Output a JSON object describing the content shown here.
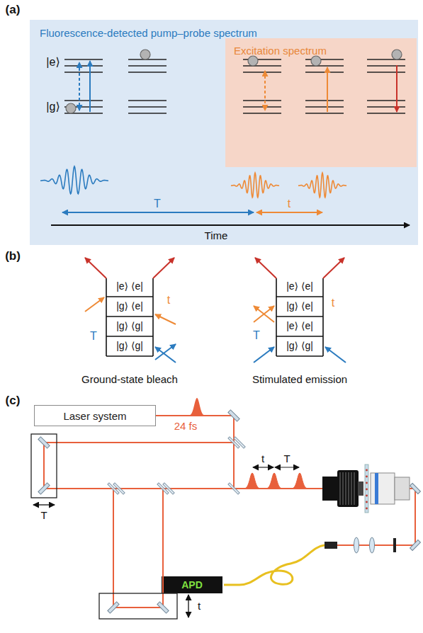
{
  "diagram": {
    "nodes": [
      {
        "text": [
          "Fluorescence-detected pump–probe spectrum"
        ]
      },
      {
        "text": [
          "Excitation spectrum"
        ],
        "in": 0
      },
      {
        "text": [
          "Laser system"
        ]
      },
      {
        "text": [
          "APD"
        ]
      }
    ],
    "labels": [
      "(a)",
      "|e⟩",
      "|g⟩",
      "T",
      "t",
      "Time",
      "(b)",
      "|e⟩ ⟨e|",
      "|g⟩ ⟨e|",
      "|g⟩ ⟨g|",
      "|g⟩ ⟨g|",
      "T",
      "t",
      "|e⟩ ⟨e|",
      "|g⟩ ⟨e|",
      "|e⟩ ⟨e|",
      "|g⟩ ⟨g|",
      "T",
      "t",
      "Ground-state bleach",
      "Stimulated emission",
      "(c)",
      "24 fs",
      "t",
      "T",
      "T",
      "t"
    ]
  }
}
